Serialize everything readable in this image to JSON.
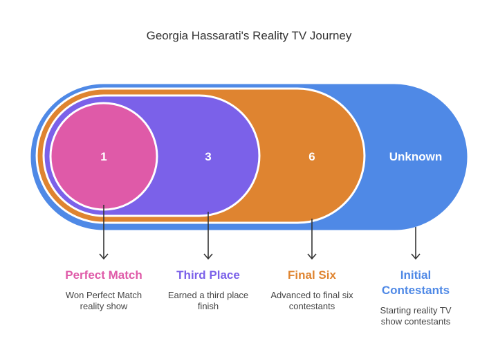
{
  "title": "Georgia Hassarati's Reality TV Journey",
  "stages": [
    {
      "value": "1",
      "label": "Perfect Match",
      "description": "Won Perfect Match reality show",
      "color": "#df5aa8"
    },
    {
      "value": "3",
      "label": "Third Place",
      "description": "Earned a third place finish",
      "color": "#7b61e9"
    },
    {
      "value": "6",
      "label": "Final Six",
      "description": "Advanced to final six contestants",
      "color": "#df8430"
    },
    {
      "value": "Unknown",
      "label": "Initial Contestants",
      "description": "Starting reality TV show contestants",
      "color": "#4f89e6"
    }
  ]
}
